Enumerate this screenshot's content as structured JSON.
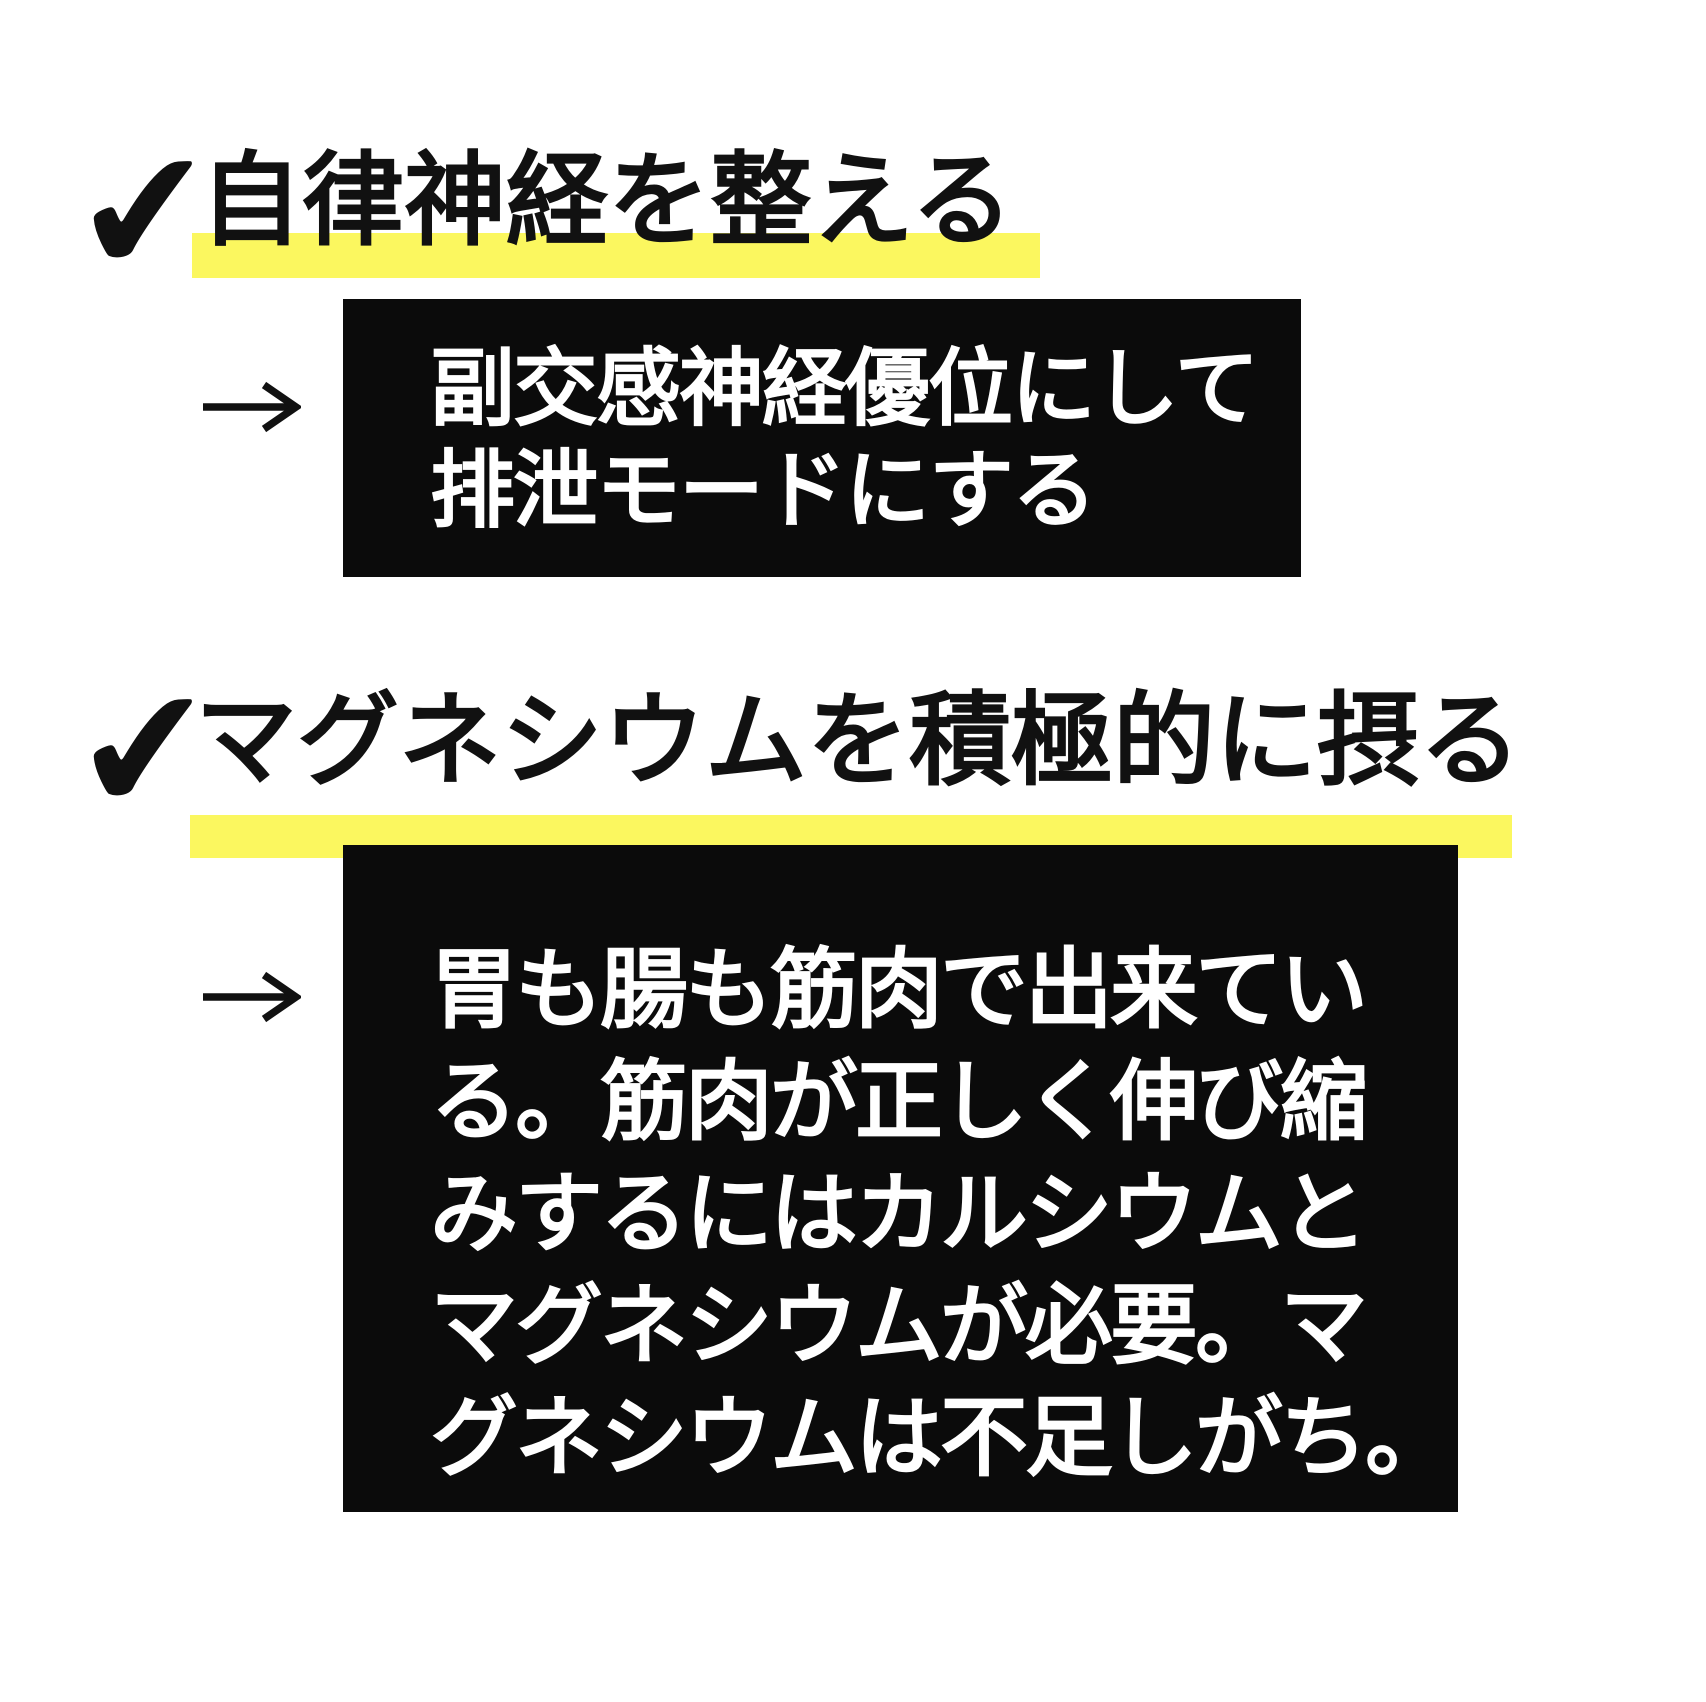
{
  "colors": {
    "highlight_yellow": "#FBF75F",
    "box_black": "#0B0B0B",
    "text_black": "#111111",
    "text_white": "#FFFFFF",
    "page_bg": "#FFFFFF"
  },
  "icons": {
    "check": "heavy-check-mark",
    "arrow": "right-arrow"
  },
  "sections": [
    {
      "check_glyph": "✔",
      "title": "自律神経を整える",
      "box_lines": [
        "副交感神経優位にして",
        "排泄モードにする"
      ]
    },
    {
      "check_glyph": "✔",
      "title": "マグネシウムを積極的に摂る",
      "box_lines": [
        "胃も腸も筋肉で出来てい",
        "る。筋肉が正しく伸び縮",
        "みするにはカルシウムと",
        "マグネシウムが必要。マ",
        "グネシウムは不足しがち。"
      ]
    }
  ]
}
